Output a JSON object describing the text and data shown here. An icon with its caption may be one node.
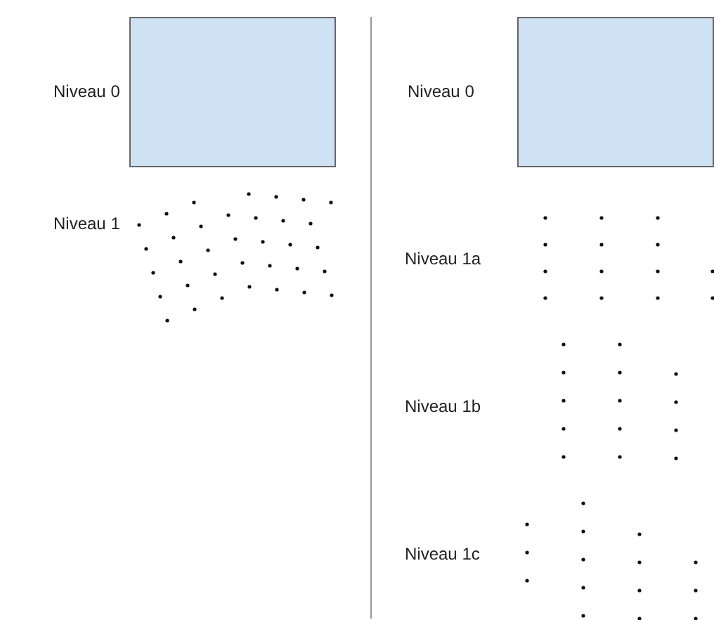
{
  "diagram": {
    "nodes": [
      {
        "text": [],
        "shape": "box"
      },
      {
        "text": [],
        "shape": "box"
      }
    ],
    "labels": [
      "Niveau 0",
      "Niveau 1",
      "Niveau 0",
      "Niveau 1a",
      "Niveau 1b",
      "Niveau 1c"
    ]
  }
}
